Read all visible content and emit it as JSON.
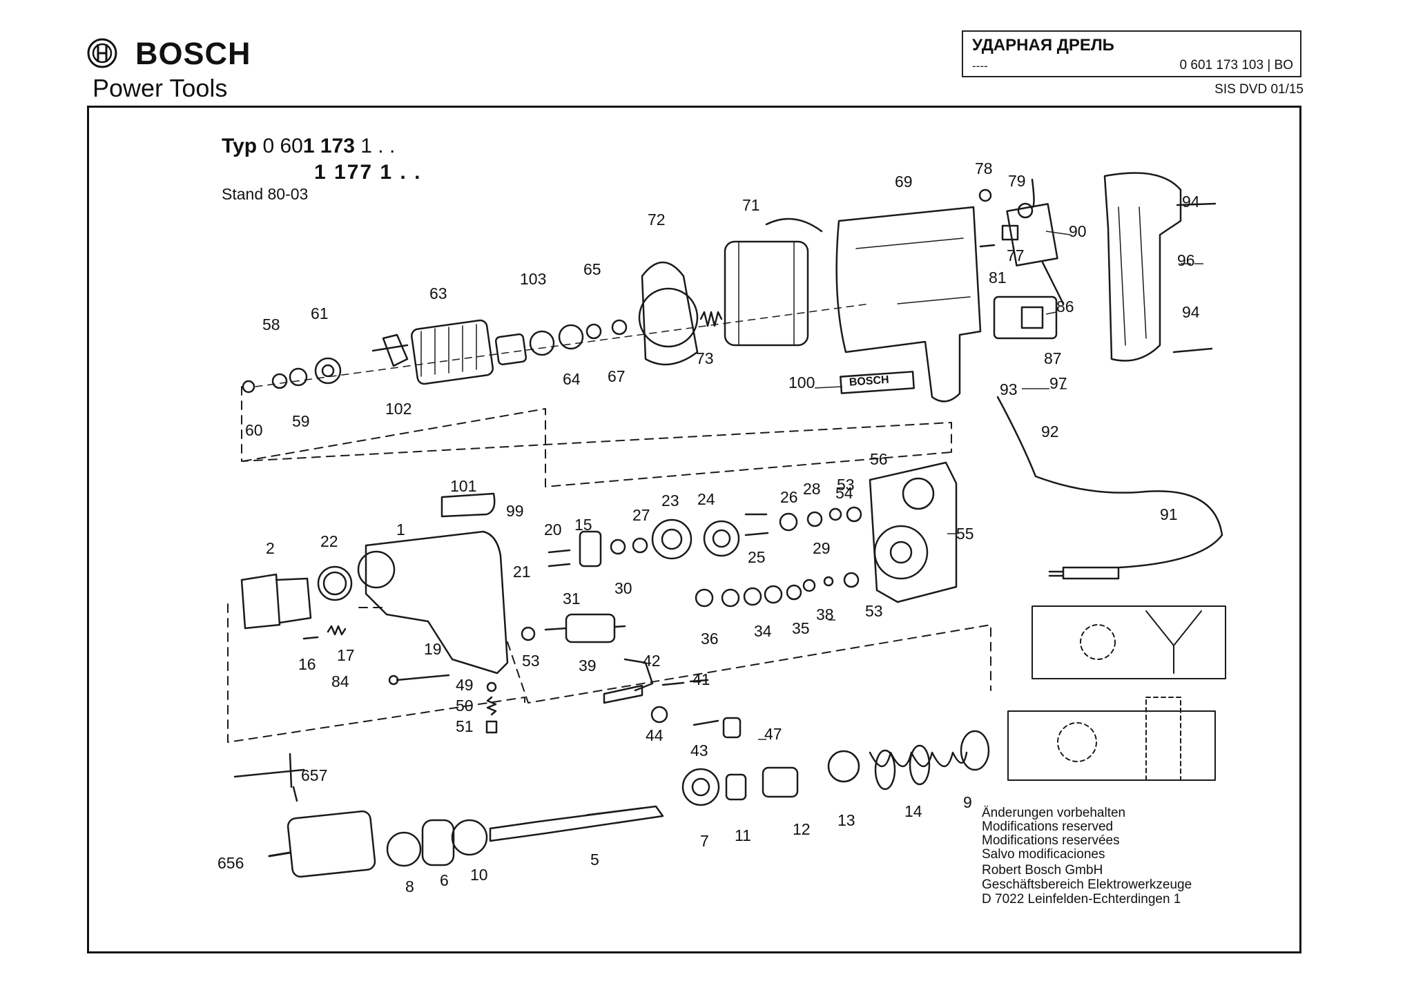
{
  "header": {
    "brand": "BOSCH",
    "subtitle": "Power Tools",
    "product_name": "УДАРНАЯ ДРЕЛЬ",
    "product_dash": "----",
    "part_number": "0 601 173 103 | BO",
    "sis": "SIS DVD 01/15"
  },
  "drawing": {
    "typ_label": "Typ",
    "typ_prefix": "0 60",
    "typ_bold": "1 173",
    "typ_suffix": " 1 . .",
    "typ2": "1 177 1 . .",
    "stand": "Stand 80-03",
    "housing_logo": "BOSCH",
    "part_labels": [
      "94",
      "96",
      "94",
      "97",
      "93",
      "92",
      "91",
      "90",
      "79",
      "78",
      "77",
      "81",
      "86",
      "87",
      "69",
      "71",
      "72",
      "73",
      "100",
      "65",
      "103",
      "67",
      "64",
      "63",
      "102",
      "61",
      "58",
      "59",
      "60",
      "101",
      "99",
      "56",
      "53",
      "55",
      "54",
      "26",
      "28",
      "29",
      "53",
      "38",
      "24",
      "23",
      "27",
      "25",
      "20",
      "21",
      "15",
      "30",
      "36",
      "34",
      "35",
      "2",
      "22",
      "1",
      "17",
      "16",
      "31",
      "53",
      "39",
      "42",
      "41",
      "19",
      "84",
      "49",
      "50",
      "51",
      "44",
      "43",
      "47",
      "657",
      "656",
      "8",
      "6",
      "10",
      "5",
      "7",
      "11",
      "12",
      "13",
      "14",
      "9"
    ]
  },
  "notes": {
    "lines": [
      "Änderungen vorbehalten",
      "Modifications reserved",
      "Modifications reservées",
      "Salvo modificaciones"
    ],
    "company": [
      "Robert Bosch GmbH",
      "Geschäftsbereich Elektrowerkzeuge",
      "D 7022 Leinfelden-Echterdingen 1"
    ]
  }
}
